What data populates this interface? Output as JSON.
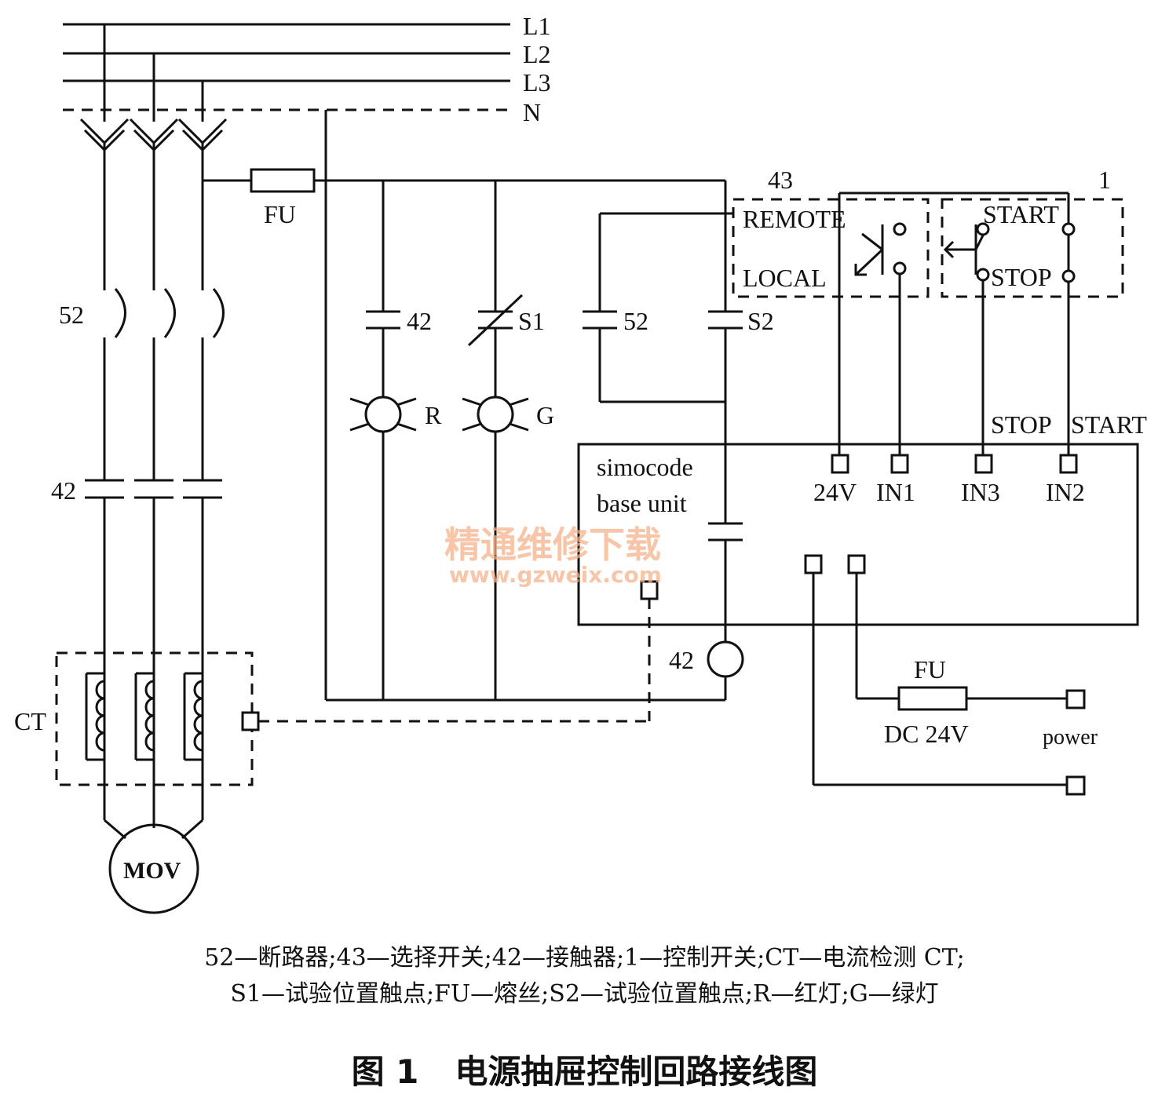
{
  "diagram": {
    "bus_labels": [
      "L1",
      "L2",
      "L3",
      "N"
    ],
    "fuse_main": "FU",
    "breaker": "52",
    "contactor": "42",
    "ct": "CT",
    "motor": "MOV",
    "contact_42": "42",
    "contact_s1": "S1",
    "contact_52": "52",
    "contact_s2": "S2",
    "lamp_red": "R",
    "lamp_green": "G",
    "switch_43": {
      "number": "43",
      "remote": "REMOTE",
      "local": "LOCAL"
    },
    "switch_1": {
      "number": "1",
      "start": "START",
      "stop": "STOP"
    },
    "simocode": {
      "title_line1": "simocode",
      "title_line2": "base unit",
      "terminals": [
        "24V",
        "IN1",
        "IN3",
        "IN2"
      ],
      "stop_label": "STOP",
      "start_label": "START"
    },
    "coil_42": "42",
    "fuse_dc": "FU",
    "dc_label": "DC 24V",
    "power_label": "power"
  },
  "watermark": {
    "text": "精通维修下载",
    "url": "www.gzweix.com"
  },
  "caption": {
    "line1": "52—断路器;43—选择开关;42—接触器;1—控制开关;CT—电流检测 CT;",
    "line2": "S1—试验位置触点;FU—熔丝;S2—试验位置触点;R—红灯;G—绿灯"
  },
  "figure": {
    "number": "图 1",
    "title": "电源抽屉控制回路接线图"
  }
}
